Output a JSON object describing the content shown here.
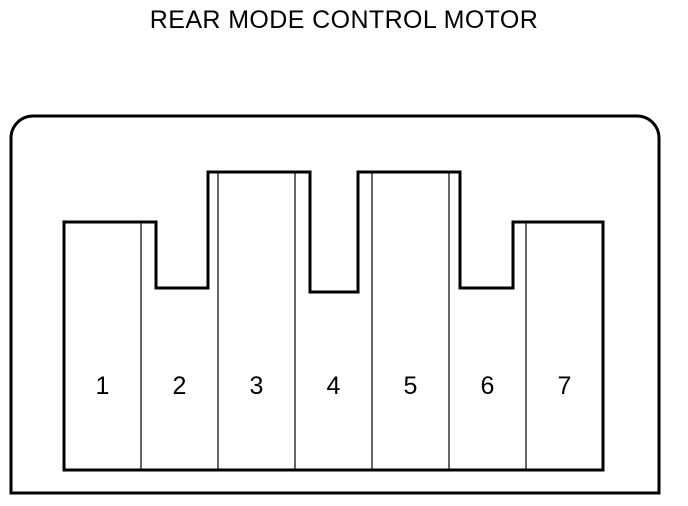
{
  "title": "REAR MODE CONTROL MOTOR",
  "colors": {
    "stroke": "#000000",
    "background": "#ffffff",
    "fill": "none"
  },
  "connector": {
    "kind": "connector-pinout-diagram",
    "pin_count": 7,
    "pins": [
      {
        "number": "1"
      },
      {
        "number": "2"
      },
      {
        "number": "3"
      },
      {
        "number": "4"
      },
      {
        "number": "5"
      },
      {
        "number": "6"
      },
      {
        "number": "7"
      }
    ]
  }
}
